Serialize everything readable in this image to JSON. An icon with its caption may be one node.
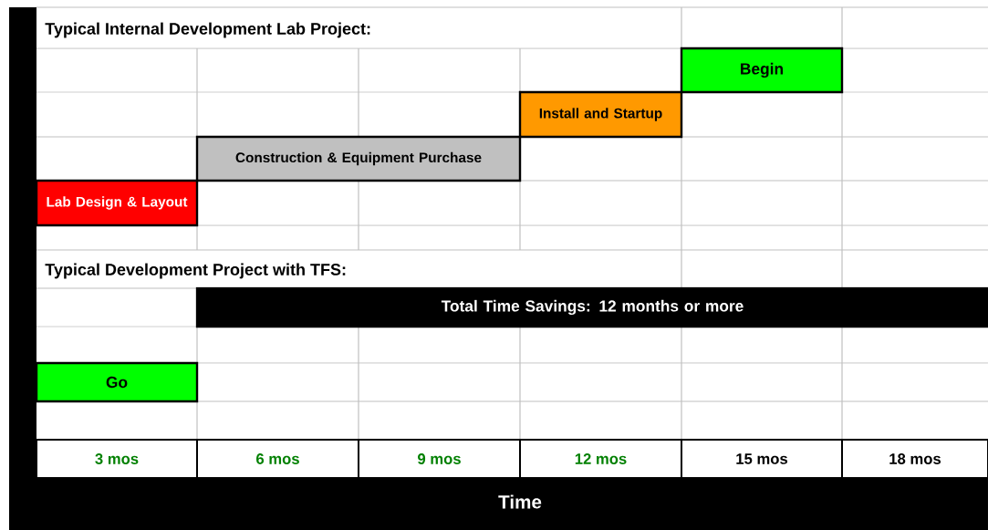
{
  "diagram": {
    "nodes": [
      {
        "text": [
          "Begin"
        ]
      },
      {
        "text": [
          "Install and Startup"
        ]
      },
      {
        "text": [
          "Construction & Equipment Purchase"
        ]
      },
      {
        "text": [
          "Lab Design & Layout"
        ]
      },
      {
        "text": [
          "Total Time Savings: 12 months or more"
        ]
      },
      {
        "text": [
          "Go"
        ]
      }
    ],
    "labels": [
      "Typical Internal Development Lab Project:",
      "Typical Development Project with TFS:",
      "3 mos",
      "6 mos",
      "9 mos",
      "12 mos",
      "15 mos",
      "18 mos",
      "Time"
    ]
  }
}
